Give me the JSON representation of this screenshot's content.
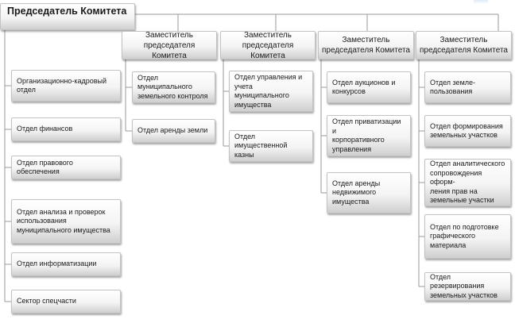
{
  "chairman": "Председатель Комитета",
  "deputies": [
    {
      "title": "Заместитель\nпредседателя Комитета",
      "units": [
        "Отдел муниципального\nземельного контроля",
        "Отдел аренды земли"
      ]
    },
    {
      "title": "Заместитель\nпредседателя Комитета",
      "units": [
        "Отдел управления и\nучета муниципального\nимущества",
        "Отдел имущественной\nказны"
      ]
    },
    {
      "title": "Заместитель\nпредседателя Комитета",
      "units": [
        "Отдел аукционов и\nконкурсов",
        "Отдел приватизации и\nкорпоративного\nуправления",
        "Отдел  аренды\nнедвижимого\nимущества"
      ]
    },
    {
      "title": "Заместитель\nпредседателя Комитета",
      "units": [
        "Отдел земле-\nпользования",
        "Отдел формирования\nземельных участков",
        "Отдел аналитического\nсопровождения оформ-\nления прав на\nземельные участки",
        "Отдел по подготовке\nграфического\nматериала",
        "Отдел резервирования\nземельных участков"
      ]
    }
  ],
  "direct_units": [
    "Организационно-кадровый\nотдел",
    "Отдел финансов",
    "Отдел правового обеспечения",
    "Отдел анализа и проверок\nиспользования\nмуниципального имущества",
    "Отдел информатизации",
    "Сектор спецчасти"
  ],
  "colors": {
    "line": "#9a9a9a",
    "box_top": "#ffffff",
    "box_bottom": "#cfcfcf"
  }
}
